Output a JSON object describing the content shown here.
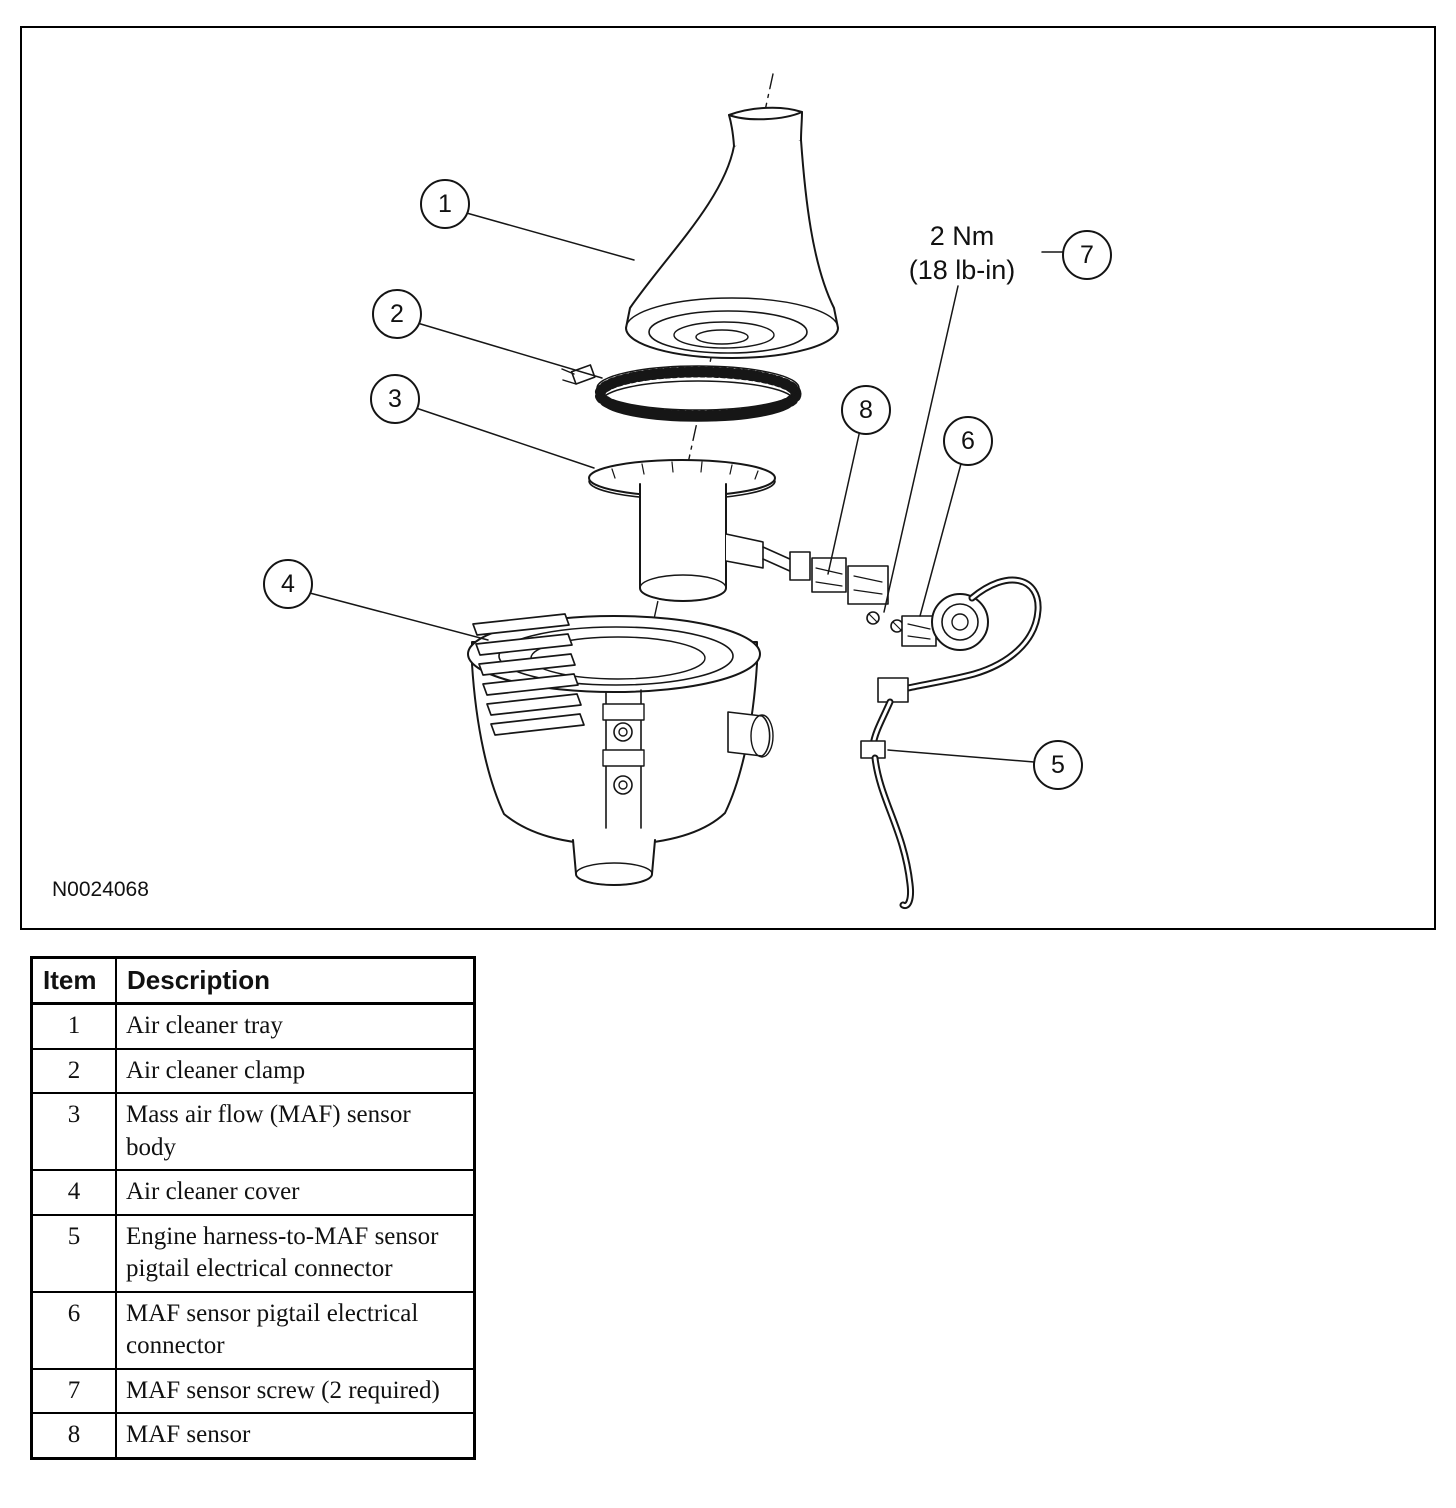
{
  "figure": {
    "id_label": "N0024068",
    "torque_line1": "2 Nm",
    "torque_line2": "(18 lb-in)",
    "callouts": [
      {
        "label": "1"
      },
      {
        "label": "2"
      },
      {
        "label": "3"
      },
      {
        "label": "4"
      },
      {
        "label": "5"
      },
      {
        "label": "6"
      },
      {
        "label": "7"
      },
      {
        "label": "8"
      }
    ]
  },
  "table": {
    "headers": {
      "item": "Item",
      "description": "Description"
    },
    "rows": [
      {
        "item": "1",
        "description": "Air cleaner tray"
      },
      {
        "item": "2",
        "description": "Air cleaner clamp"
      },
      {
        "item": "3",
        "description": "Mass air flow (MAF) sensor body"
      },
      {
        "item": "4",
        "description": "Air cleaner cover"
      },
      {
        "item": "5",
        "description": "Engine harness-to-MAF sensor pigtail electrical connector"
      },
      {
        "item": "6",
        "description": "MAF sensor pigtail electrical connector"
      },
      {
        "item": "7",
        "description": "MAF sensor screw (2 required)"
      },
      {
        "item": "8",
        "description": "MAF sensor"
      }
    ]
  }
}
